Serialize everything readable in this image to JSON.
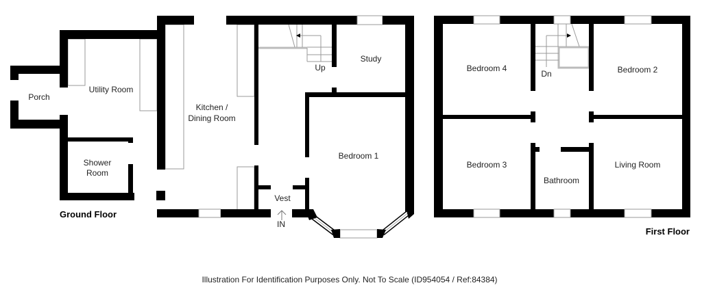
{
  "ground_floor": {
    "title": "Ground Floor",
    "rooms": {
      "porch": "Porch",
      "utility": "Utility Room",
      "shower_1": "Shower",
      "shower_2": "Room",
      "kitchen_1": "Kitchen /",
      "kitchen_2": "Dining Room",
      "study": "Study",
      "stairs": "Up",
      "bedroom1": "Bedroom 1",
      "vest": "Vest",
      "entrance": "IN"
    }
  },
  "first_floor": {
    "title": "First Floor",
    "rooms": {
      "bedroom4": "Bedroom 4",
      "bedroom2": "Bedroom 2",
      "bedroom3": "Bedroom 3",
      "bathroom": "Bathroom",
      "living": "Living Room",
      "stairs": "Dn"
    }
  },
  "footer": "Illustration For Identification Purposes Only. Not To Scale (ID954054 / Ref:84384)"
}
